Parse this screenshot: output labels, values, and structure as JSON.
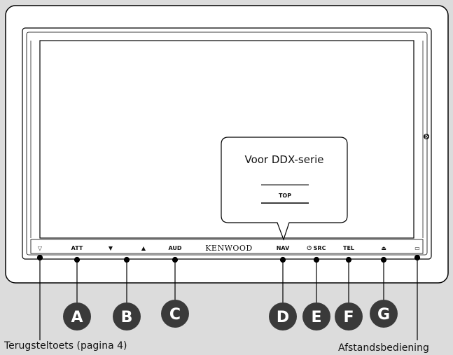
{
  "brand": "KENWOOD",
  "buttons": {
    "reset": "▽",
    "att": "ATT",
    "down": "▼",
    "up": "▲",
    "aud": "AUD",
    "nav": "NAV",
    "src": "⏻ SRC",
    "tel": "TEL",
    "eject": "⏏",
    "remote": "▭"
  },
  "callout": {
    "title": "Voor DDX-serie",
    "top_button": "TOP"
  },
  "markers": [
    "A",
    "B",
    "C",
    "D",
    "E",
    "F",
    "G"
  ],
  "captions": {
    "reset": "Terugsteltoets (pagina 4)",
    "remote": "Afstandsbediening"
  },
  "colors": {
    "background": "#dcdcdc",
    "marker": "#3a3a3a",
    "bezel": "#ffffff",
    "line": "#000000"
  }
}
